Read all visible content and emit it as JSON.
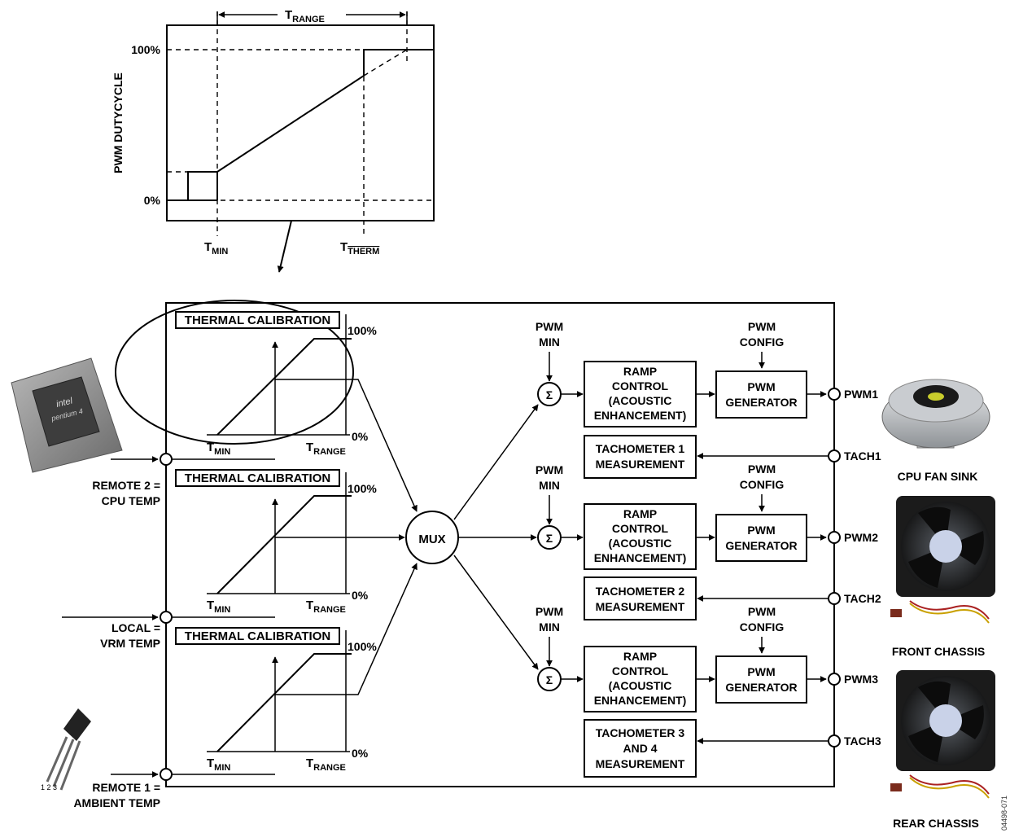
{
  "graph": {
    "t_range": "T",
    "t_range_sub": "RANGE",
    "y_axis_label": "PWM DUTYCYCLE",
    "y_top": "100%",
    "y_bottom": "0%",
    "t_min": "T",
    "t_min_sub": "MIN",
    "t_therm": "T",
    "t_therm_sub": "THERM"
  },
  "calibrations": [
    {
      "title": "THERMAL CALIBRATION",
      "top": "100%",
      "bottom": "0%",
      "tmin": "T",
      "tmin_sub": "MIN",
      "trange": "T",
      "trange_sub": "RANGE"
    },
    {
      "title": "THERMAL CALIBRATION",
      "top": "100%",
      "bottom": "0%",
      "tmin": "T",
      "tmin_sub": "MIN",
      "trange": "T",
      "trange_sub": "RANGE"
    },
    {
      "title": "THERMAL CALIBRATION",
      "top": "100%",
      "bottom": "0%",
      "tmin": "T",
      "tmin_sub": "MIN",
      "trange": "T",
      "trange_sub": "RANGE"
    }
  ],
  "inputs": [
    {
      "line1": "REMOTE 2 =",
      "line2": "CPU TEMP"
    },
    {
      "line1": "LOCAL =",
      "line2": "VRM TEMP"
    },
    {
      "line1": "REMOTE 1 =",
      "line2": "AMBIENT TEMP"
    }
  ],
  "mux": "MUX",
  "sigma": "Σ",
  "channels": [
    {
      "pwm_min": [
        "PWM",
        "MIN"
      ],
      "ramp": [
        "RAMP",
        "CONTROL",
        "(ACOUSTIC",
        "ENHANCEMENT)"
      ],
      "pwm_config": [
        "PWM",
        "CONFIG"
      ],
      "pwm_gen": [
        "PWM",
        "GENERATOR"
      ],
      "tach": [
        "TACHOMETER 1",
        "MEASUREMENT"
      ],
      "pwm_pin": "PWM1",
      "tach_pin": "TACH1"
    },
    {
      "pwm_min": [
        "PWM",
        "MIN"
      ],
      "ramp": [
        "RAMP",
        "CONTROL",
        "(ACOUSTIC",
        "ENHANCEMENT)"
      ],
      "pwm_config": [
        "PWM",
        "CONFIG"
      ],
      "pwm_gen": [
        "PWM",
        "GENERATOR"
      ],
      "tach": [
        "TACHOMETER 2",
        "MEASUREMENT"
      ],
      "pwm_pin": "PWM2",
      "tach_pin": "TACH2"
    },
    {
      "pwm_min": [
        "PWM",
        "MIN"
      ],
      "ramp": [
        "RAMP",
        "CONTROL",
        "(ACOUSTIC",
        "ENHANCEMENT)"
      ],
      "pwm_config": [
        "PWM",
        "CONFIG"
      ],
      "pwm_gen": [
        "PWM",
        "GENERATOR"
      ],
      "tach": [
        "TACHOMETER 3",
        "AND 4",
        "MEASUREMENT"
      ],
      "pwm_pin": "PWM3",
      "tach_pin": "TACH3"
    }
  ],
  "device_labels": {
    "cpu_fan": "CPU FAN SINK",
    "front": "FRONT CHASSIS",
    "rear": "REAR CHASSIS"
  },
  "chip_text": [
    "intel",
    "pentium 4"
  ],
  "sensor_pins": "1 2 3",
  "doc_id": "04498-071"
}
